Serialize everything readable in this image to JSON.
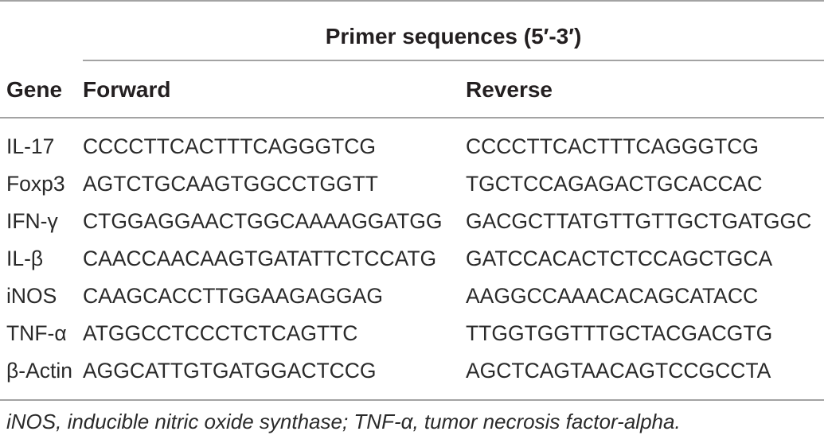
{
  "table": {
    "spanning_header": "Primer sequences (5′-3′)",
    "columns": {
      "gene": "Gene",
      "forward": "Forward",
      "reverse": "Reverse"
    },
    "rows": [
      {
        "gene": "IL-17",
        "forward": "CCCCTTCACTTTCAGGGTCG",
        "reverse": "CCCCTTCACTTTCAGGGTCG"
      },
      {
        "gene": "Foxp3",
        "forward": "AGTCTGCAAGTGGCCTGGTT",
        "reverse": "TGCTCCAGAGACTGCACCAC"
      },
      {
        "gene": "IFN-γ",
        "forward": "CTGGAGGAACTGGCAAAAGGATGG",
        "reverse": "GACGCTTATGTTGTTGCTGATGGC"
      },
      {
        "gene": "IL-β",
        "forward": "CAACCAACAAGTGATATTCTCCATG",
        "reverse": "GATCCACACTCTCCAGCTGCA"
      },
      {
        "gene": "iNOS",
        "forward": "CAAGCACCTTGGAAGAGGAG",
        "reverse": "AAGGCCAAACACAGCATACC"
      },
      {
        "gene": "TNF-α",
        "forward": "ATGGCCTCCCTCTCAGTTC",
        "reverse": "TTGGTGGTTTGCTACGACGTG"
      },
      {
        "gene": "β-Actin",
        "forward": "AGGCATTGTGATGGACTCCG",
        "reverse": "AGCTCAGTAACAGTCCGCCTA"
      }
    ]
  },
  "footnote": "iNOS, inducible nitric oxide synthase; TNF-α, tumor necrosis factor-alpha."
}
